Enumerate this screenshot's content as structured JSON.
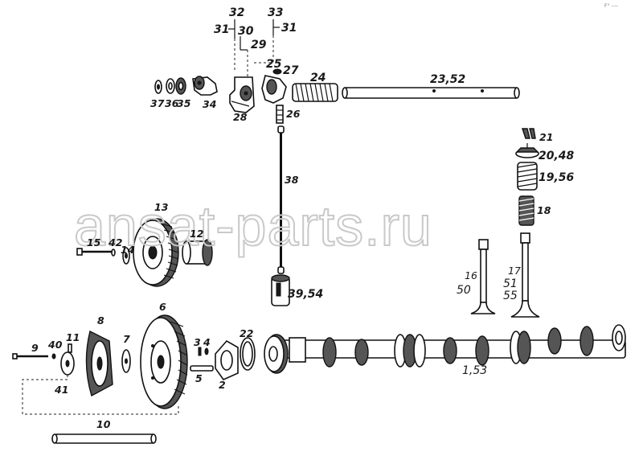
{
  "watermark": "ansat-parts.ru",
  "corner_mark": "F° ----",
  "callouts": {
    "p32": "32",
    "p33": "33",
    "p31a": "31",
    "p31b": "31",
    "p30": "30",
    "p29": "29",
    "p25": "25",
    "p27": "27",
    "p24": "24",
    "p23": "23,52",
    "p37": "37",
    "p36": "36",
    "p35": "35",
    "p34": "34",
    "p28": "28",
    "p26": "26",
    "p38": "38",
    "p39": "39,54",
    "p21": "21",
    "p20": "20,48",
    "p19": "19,56",
    "p18": "18",
    "p13": "13",
    "p15": "15",
    "p42": "42",
    "p14": "14",
    "p12": "12",
    "p16": "16",
    "p50": "50",
    "p17": "17",
    "p51": "51",
    "p55": "55",
    "p9": "9",
    "p40": "40",
    "p11": "11",
    "p41": "41",
    "p8": "8",
    "p7": "7",
    "p6": "6",
    "p3": "3",
    "p4": "4",
    "p5": "5",
    "p2": "2",
    "p22": "22",
    "p1": "1,53",
    "p10": "10"
  }
}
